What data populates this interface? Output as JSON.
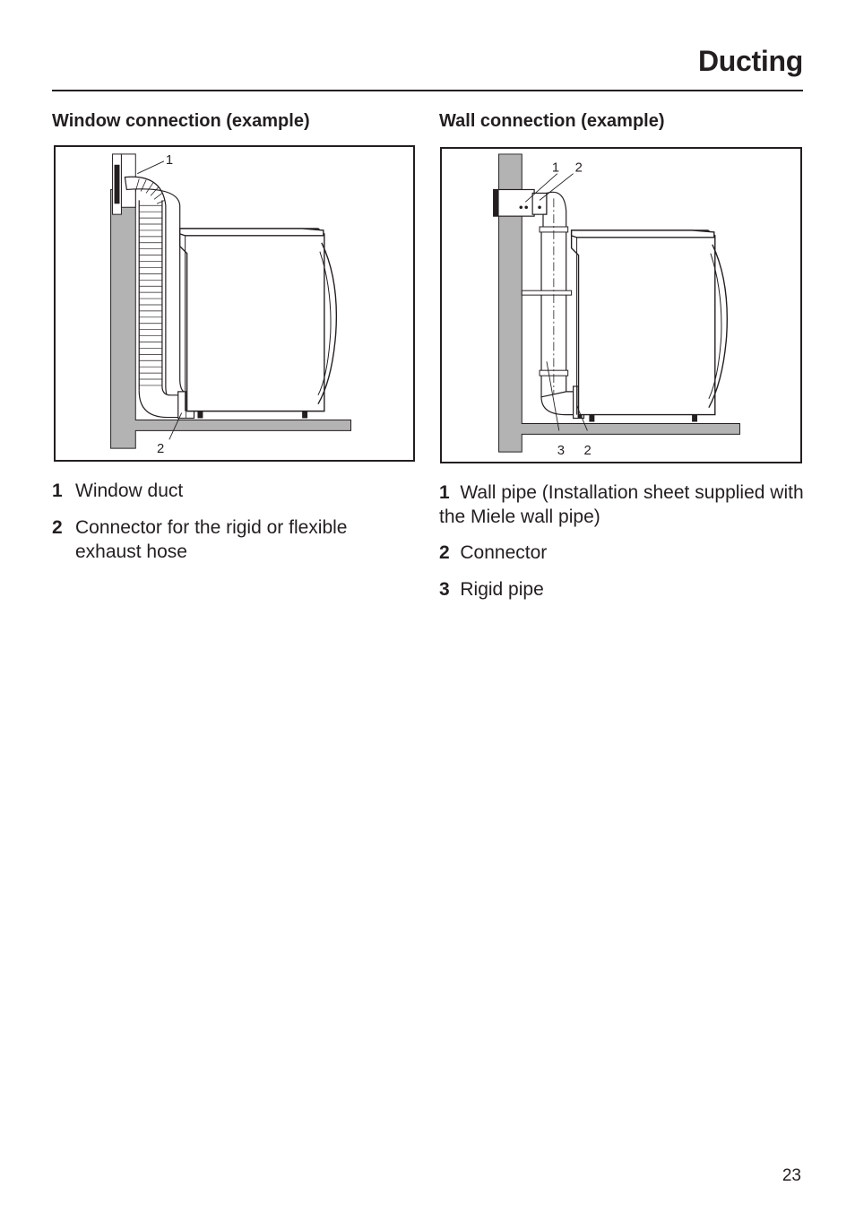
{
  "header": {
    "title": "Ducting"
  },
  "window_section": {
    "heading": "Window connection (example)",
    "callouts": [
      "1",
      "2"
    ],
    "legend": [
      {
        "num": "1",
        "text": "Window duct"
      },
      {
        "num": "2",
        "text": "Connector for the rigid or flexible exhaust hose"
      }
    ]
  },
  "wall_section": {
    "heading": "Wall connection (example)",
    "callouts": [
      "1",
      "2",
      "3",
      "2"
    ],
    "legend": [
      {
        "num": "1",
        "text": "Wall pipe (Installation sheet supplied with the Miele wall pipe)"
      },
      {
        "num": "2",
        "text": "Connector"
      },
      {
        "num": "3",
        "text": "Rigid pipe"
      }
    ]
  },
  "footer": {
    "page_number": "23"
  }
}
